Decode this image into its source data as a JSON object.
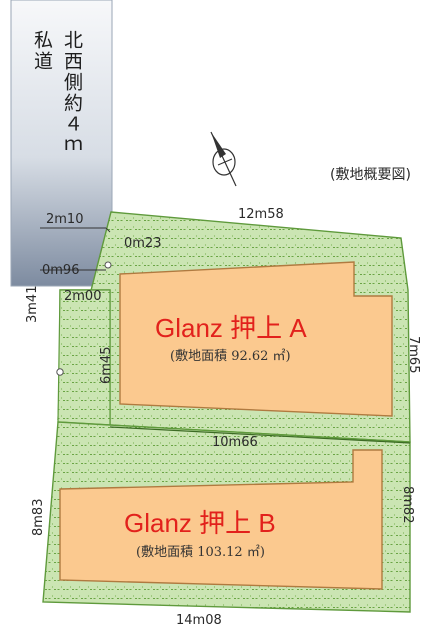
{
  "road": {
    "col1": "北西側約４ｍ",
    "col2": "私道"
  },
  "map_title": "(敷地概要図)",
  "compass": {
    "icon": "north-arrow-icon"
  },
  "colors": {
    "lot_fill": "#fbc98f",
    "lot_stroke": "#b07a40",
    "green": "#c9e3b0",
    "green_dark": "#5f9a3c",
    "title_red": "#e2211c",
    "road_top": "#f4f6f8",
    "road_bottom": "#7f8ea3"
  },
  "dimensions": {
    "top_a": "12m58",
    "right_a": "7m65",
    "between": "10m66",
    "right_b": "8m82",
    "bottom_b": "14m08",
    "left_b": "8m83",
    "left_a_outer": "3m41",
    "left_a_inner": "6m45",
    "road_2m10": "2m10",
    "road_0m23": "0m23",
    "road_0m96": "0m96",
    "road_2m00": "2m00"
  },
  "lot_a": {
    "title": "Glanz 押上 A",
    "area": "(敷地面積 92.62 ㎡)"
  },
  "lot_b": {
    "title": "Glanz 押上 B",
    "area": "(敷地面積 103.12 ㎡)"
  }
}
